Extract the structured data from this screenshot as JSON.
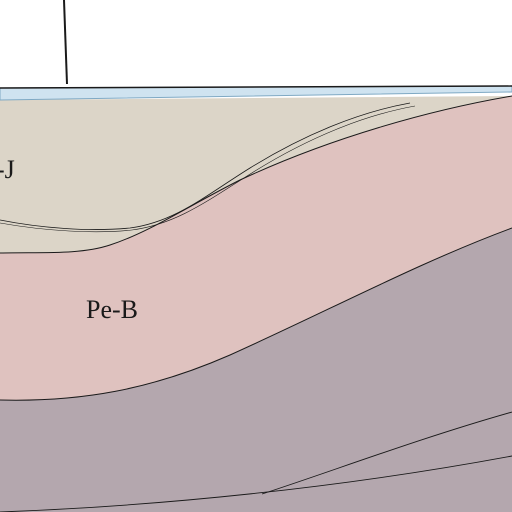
{
  "diagram": {
    "units": [
      {
        "id": "j",
        "label": "-J",
        "color": "#dcd5c8"
      },
      {
        "id": "peb",
        "label": "Pe-B",
        "color": "#dfc2bf"
      },
      {
        "id": "basement",
        "label": "",
        "color": "#b4a7ae"
      }
    ],
    "water_color": "#cfe3f0",
    "line_color": "#1a1a1a"
  }
}
